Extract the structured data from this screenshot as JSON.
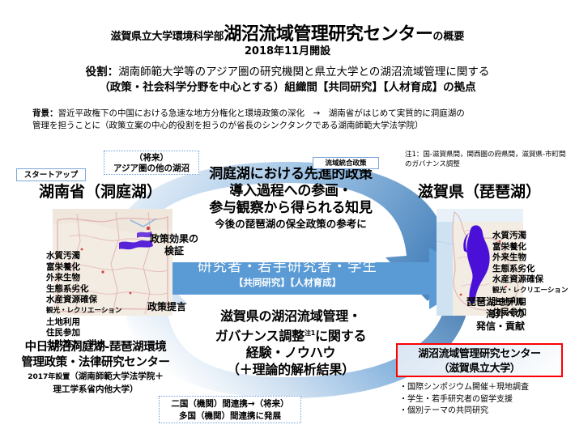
{
  "header": {
    "title_prefix": "滋賀県立大学環境科学部",
    "title_main": "湖沼流域管理研究センター",
    "title_suffix": "の概要",
    "subtitle": "2018年11月開設",
    "role_label": "役割：",
    "role_line1": "湖南師範大学等のアジア圏の研究機関と県立大学との湖沼流域管理に関する",
    "role_line2": "（政策・社会科学分野を中心とする）組織間【共同研究】【人材育成】の拠点",
    "background_label": "背景：",
    "background_line1": "習近平政権下の中国における急速な地方分権化と環境政策の深化　→　湖南省がはじめて実質的に洞庭湖の",
    "background_line2": "管理を担うことに（政策立案の中心的役割を担うのが省長のシンクタンクである湖南師範大学法学院）"
  },
  "labels": {
    "future_line1": "（将来）",
    "future_line2": "アジア圏の他の湖沼",
    "startup": "スタートアップ",
    "integrated_policy": "流域統合政策",
    "bottom_line1": "二国（機関）間連携→（将来）",
    "bottom_line2": "多国（機関）間連携に発展",
    "note1": "注1：国-滋賀県間，関西圏の府県間，滋賀県-市町間のガバナンス調整"
  },
  "regions": {
    "left_heading": "湖南省（洞庭湖）",
    "right_heading": "滋賀県（琵琶湖）"
  },
  "keywords_left": [
    "水質汚濁",
    "富栄養化",
    "外来生物",
    "生態系劣化",
    "水産資源確保",
    "観光・レクリエーション",
    "土地利用",
    "住民参加",
    "土砂流入・洪水"
  ],
  "keywords_right": [
    "水質汚濁",
    "富栄養化",
    "外来生物",
    "生態系劣化",
    "水産資源確保",
    "観光・レクリエーション",
    "土地利用",
    "住民参加"
  ],
  "arrow_captions": {
    "verify_l1": "政策効果の",
    "verify_l2": "検証",
    "proposal": "政策提言",
    "biwa_l1": "琵琶湖モデル",
    "biwa_l2": "海外への",
    "biwa_l3": "発信・貢献"
  },
  "center_top": {
    "l1": "洞庭湖における先進的政策",
    "l2": "導入過程への参画・",
    "l3": "参与観察から得られる知見",
    "sub": "今後の琵琶湖の保全政策の参考に"
  },
  "band": {
    "main": "研究者・若手研究者・学生",
    "sub": "【共同研究】【人材育成】"
  },
  "center_bottom": {
    "l1": "滋賀県の湖沼流域管理・",
    "l2a": "ガバナンス調整",
    "l2_sup": "注1",
    "l2b": "に関する",
    "l3": "経験・ノウハウ",
    "l4": "（＋理論的解析結果）"
  },
  "institution_left": {
    "l1": "中日湖沼洞庭湖-琵琶湖環境",
    "l2": "管理政策・法律研究センター",
    "year": "2017年設置",
    "l3": "（湖南師範大学法学院＋",
    "l4": "理工学系省内他大学）"
  },
  "institution_right": {
    "l1": "湖沼流域管理研究センター",
    "l2": "（滋賀県立大学）",
    "bullets": [
      "・国際シンポジウム開催＋現地調査",
      "・学生・若手研究者の留学支援",
      "・個別テーマの共同研究"
    ]
  },
  "colors": {
    "arrow_blue": "#5B9BD5",
    "arrow_blue_dark": "#41719C",
    "arrow_blue_light": "#BDD7EE",
    "label_border": "#7DA7D9",
    "red_border": "#FF0000",
    "lake_purple": "#4B10D8"
  }
}
